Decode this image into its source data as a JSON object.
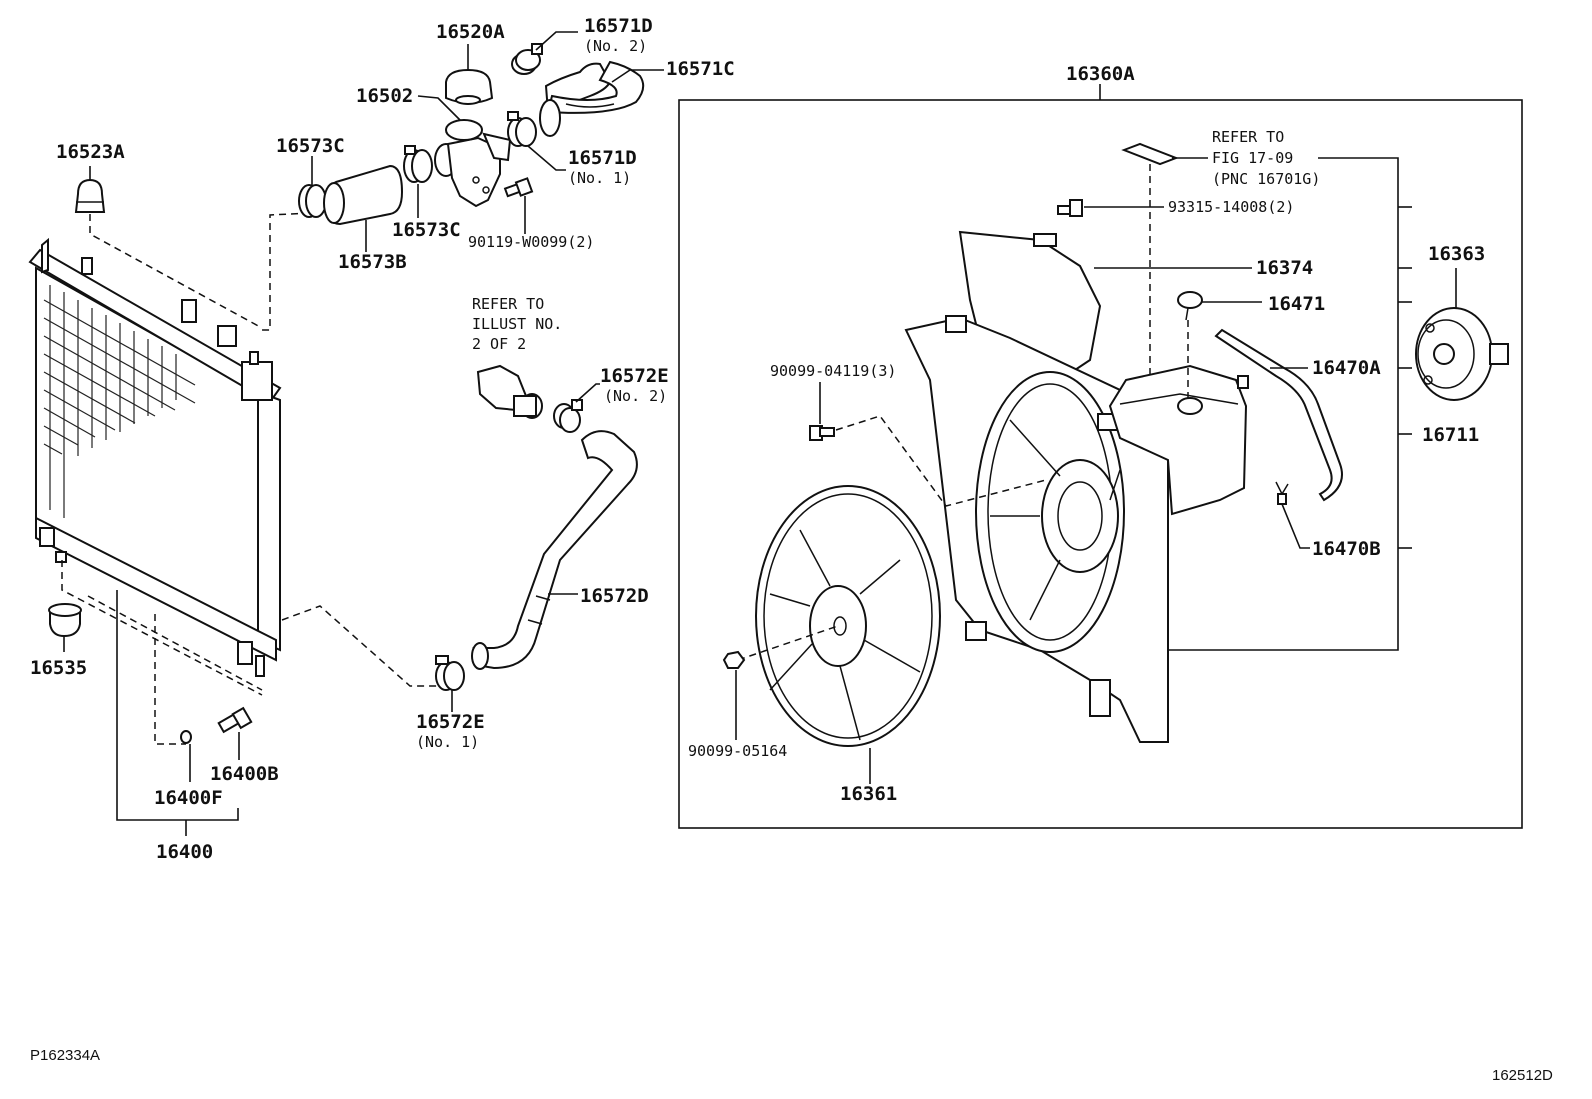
{
  "labels": {
    "p16520A": "16520A",
    "p16571D_top": "16571D",
    "p16571D_top_sub": "(No. 2)",
    "p16571C": "16571C",
    "p16502": "16502",
    "p16523A": "16523A",
    "p16573C_left": "16573C",
    "p16573C_right": "16573C",
    "p16573B": "16573B",
    "p16571D_bottom": "16571D",
    "p16571D_bottom_sub": "(No. 1)",
    "p90119": "90119-W0099(2)",
    "refer_illust_1": "REFER TO",
    "refer_illust_2": "ILLUST NO.",
    "refer_illust_3": "2 OF 2",
    "p16572E_top": "16572E",
    "p16572E_top_sub": "(No. 2)",
    "p16572D": "16572D",
    "p16572E_bottom": "16572E",
    "p16572E_bottom_sub": "(No. 1)",
    "p16535": "16535",
    "p16400B": "16400B",
    "p16400F": "16400F",
    "p16400": "16400",
    "p16360A": "16360A",
    "refer_fig_1": "REFER TO",
    "refer_fig_2": "FIG 17-09",
    "refer_fig_3": "(PNC 16701G)",
    "p93315": "93315-14008(2)",
    "p16374": "16374",
    "p16471": "16471",
    "p16470A": "16470A",
    "p16711": "16711",
    "p16470B": "16470B",
    "p16363": "16363",
    "p90099_04119": "90099-04119(3)",
    "p90099_05164": "90099-05164",
    "p16361": "16361",
    "code_left": "P162334A",
    "code_right": "162512D"
  }
}
